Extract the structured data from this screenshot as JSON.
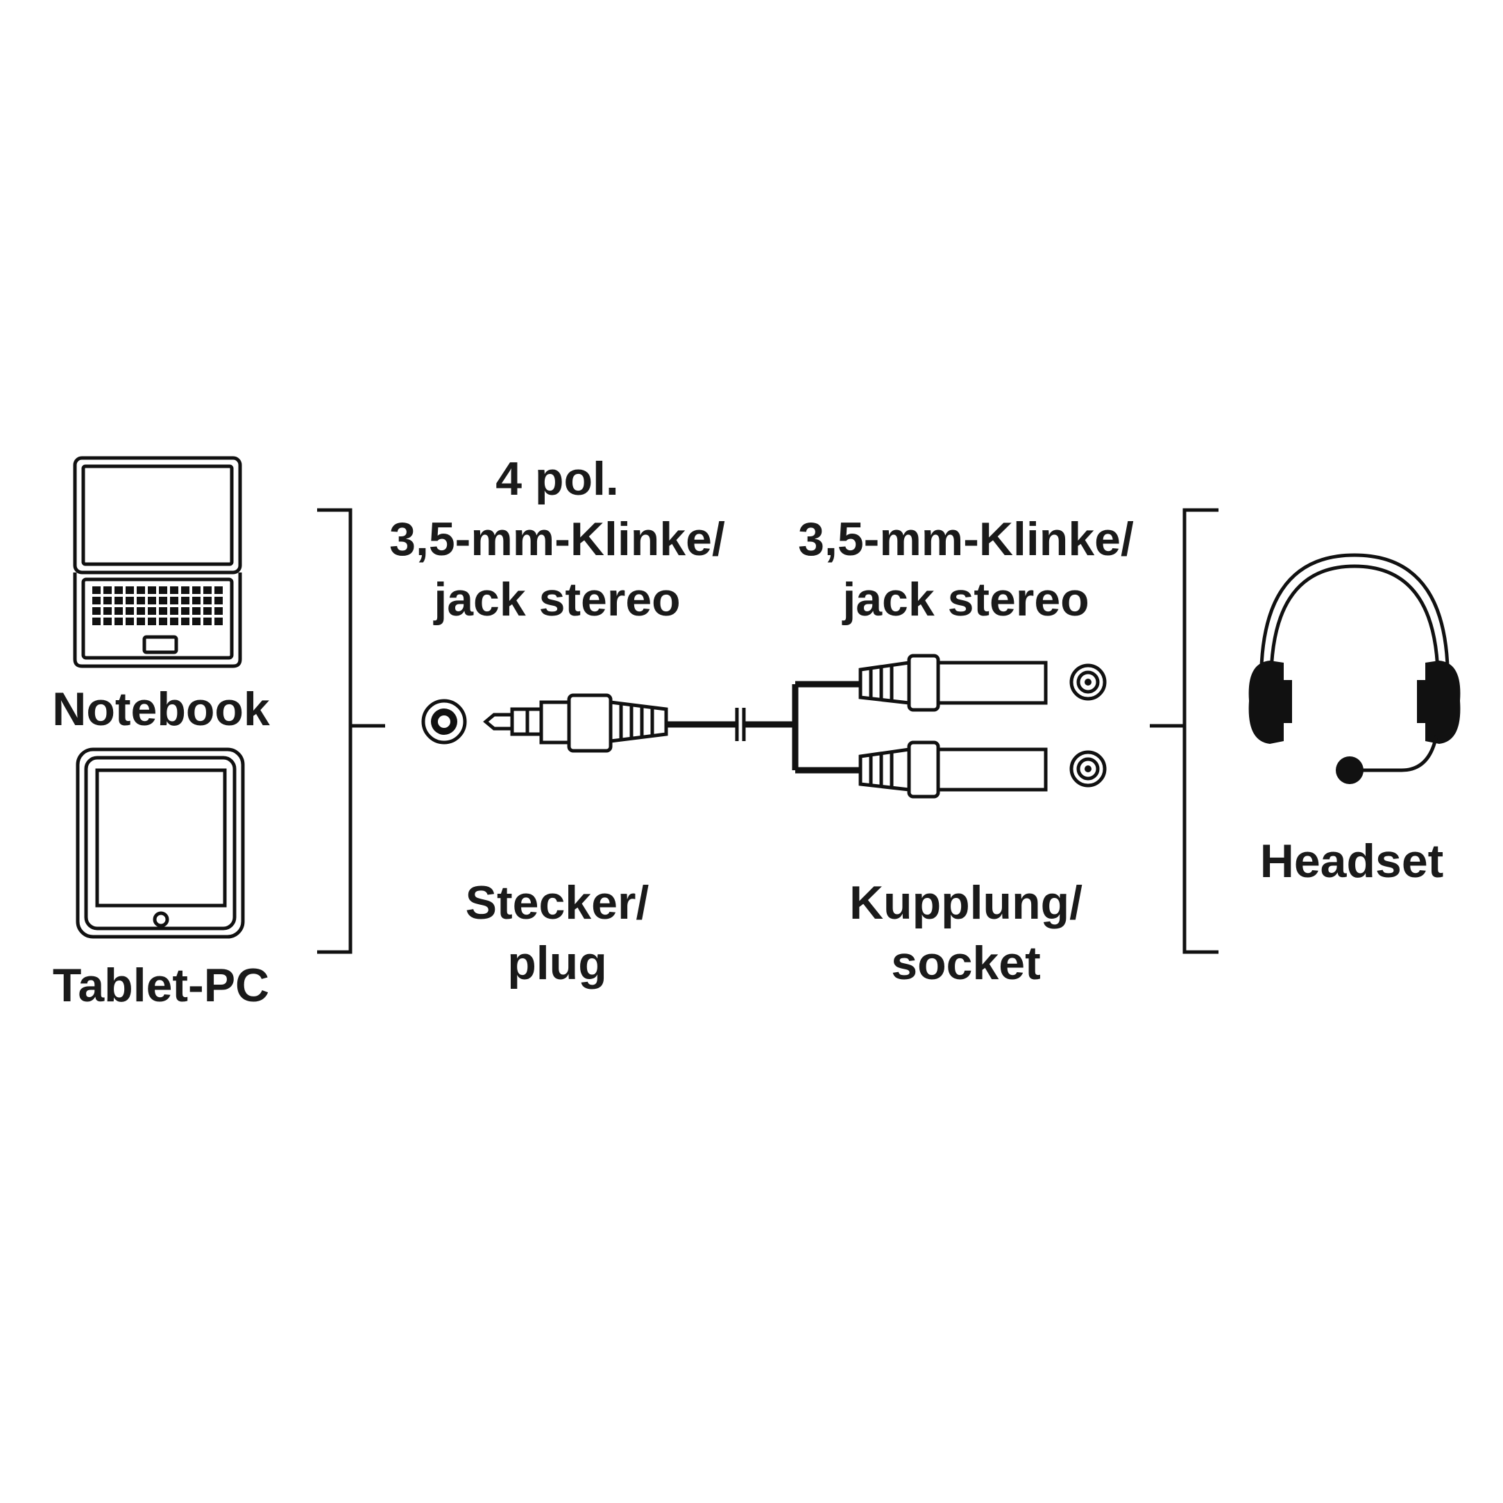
{
  "left_devices": {
    "notebook_label": "Notebook",
    "tablet_label": "Tablet-PC"
  },
  "plug_side": {
    "header_line1": "4 pol.",
    "header_line2": "3,5-mm-Klinke/",
    "header_line3": "jack stereo",
    "footer_line1": "Stecker/",
    "footer_line2": "plug"
  },
  "socket_side": {
    "header_line1": "3,5-mm-Klinke/",
    "header_line2": "jack stereo",
    "footer_line1": "Kupplung/",
    "footer_line2": "socket"
  },
  "right_device": {
    "headset_label": "Headset"
  },
  "icons": [
    "laptop-icon",
    "tablet-icon",
    "headset-icon",
    "jack-plug-icon",
    "jack-socket-icon"
  ],
  "colors": {
    "line": "#111111",
    "text": "#1a1a1a",
    "background": "#ffffff"
  }
}
